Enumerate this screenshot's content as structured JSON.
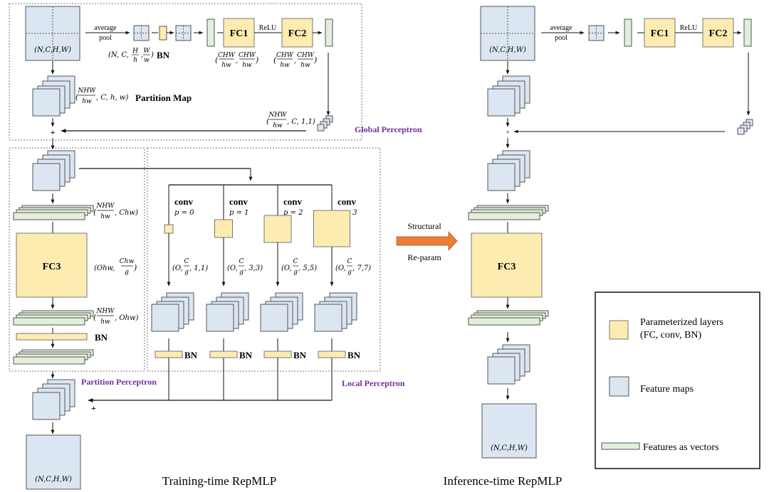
{
  "training": {
    "title": "Training-time RepMLP",
    "input_shape": "(N,C,H,W)",
    "output_shape": "(N,C,H,W)",
    "global": {
      "label": "Global Perceptron",
      "avg_pool_top": "average",
      "avg_pool_bottom": "pool",
      "pooled_shape_prefix": "(N, C,",
      "pooled_h_num": "H",
      "pooled_h_den": "h",
      "pooled_w_num": "W",
      "pooled_w_den": "w",
      "bn_label": "BN",
      "fc1_label": "FC1",
      "relu_label": "ReLU",
      "fc2_label": "FC2",
      "fc_frac_num": "CHW",
      "fc_frac_den": "hw",
      "partition_map_label": "Partition Map",
      "partition_num": "NHW",
      "partition_den": "hw",
      "partition_rest": ", C, h, w)",
      "vec_rest": ", C, 1,1)",
      "plus": "+"
    },
    "partition": {
      "label": "Partition Perceptron",
      "vec_num": "NHW",
      "vec_den": "hw",
      "vec_in_rest": ", Chw)",
      "vec_out_rest": ", Ohw)",
      "fc3_label": "FC3",
      "fc3_shape_prefix": "(Ohw,",
      "fc3_num": "Chw",
      "fc3_den": "g",
      "bn_label": "BN",
      "plus": "+"
    },
    "local": {
      "label": "Local Perceptron",
      "branches": [
        {
          "conv": "conv",
          "pad": "p = 0",
          "shape_rest": ", 1,1)"
        },
        {
          "conv": "conv",
          "pad": "p = 1",
          "shape_rest": ", 3,3)"
        },
        {
          "conv": "conv",
          "pad": "p = 2",
          "shape_rest": ", 5,5)"
        },
        {
          "conv": "conv",
          "pad": "p = 3",
          "shape_rest": ", 7,7)"
        }
      ],
      "shape_prefix": "(O,",
      "frac_num": "C",
      "frac_den": "g",
      "bn_label": "BN"
    }
  },
  "reparam": {
    "top": "Structural",
    "bottom": "Re-param"
  },
  "inference": {
    "title": "Inference-time RepMLP",
    "input_shape": "(N,C,H,W)",
    "output_shape": "(N,C,H,W)",
    "avg_pool_top": "average",
    "avg_pool_bottom": "pool",
    "fc1_label": "FC1",
    "relu_label": "ReLU",
    "fc2_label": "FC2",
    "fc3_label": "FC3",
    "plus": "+"
  },
  "legend": {
    "items": [
      {
        "label_line1": "Parameterized layers",
        "label_line2": "(FC, conv, BN)"
      },
      {
        "label_line1": "Feature maps",
        "label_line2": ""
      },
      {
        "label_line1": "Features as vectors",
        "label_line2": ""
      }
    ]
  },
  "colors": {
    "feature_map": "#dce6f2",
    "param_layer": "#fde9a6",
    "vector": "#e2efda",
    "perceptron_label": "#7030a0",
    "reparam_arrow": "#ed7d31"
  }
}
